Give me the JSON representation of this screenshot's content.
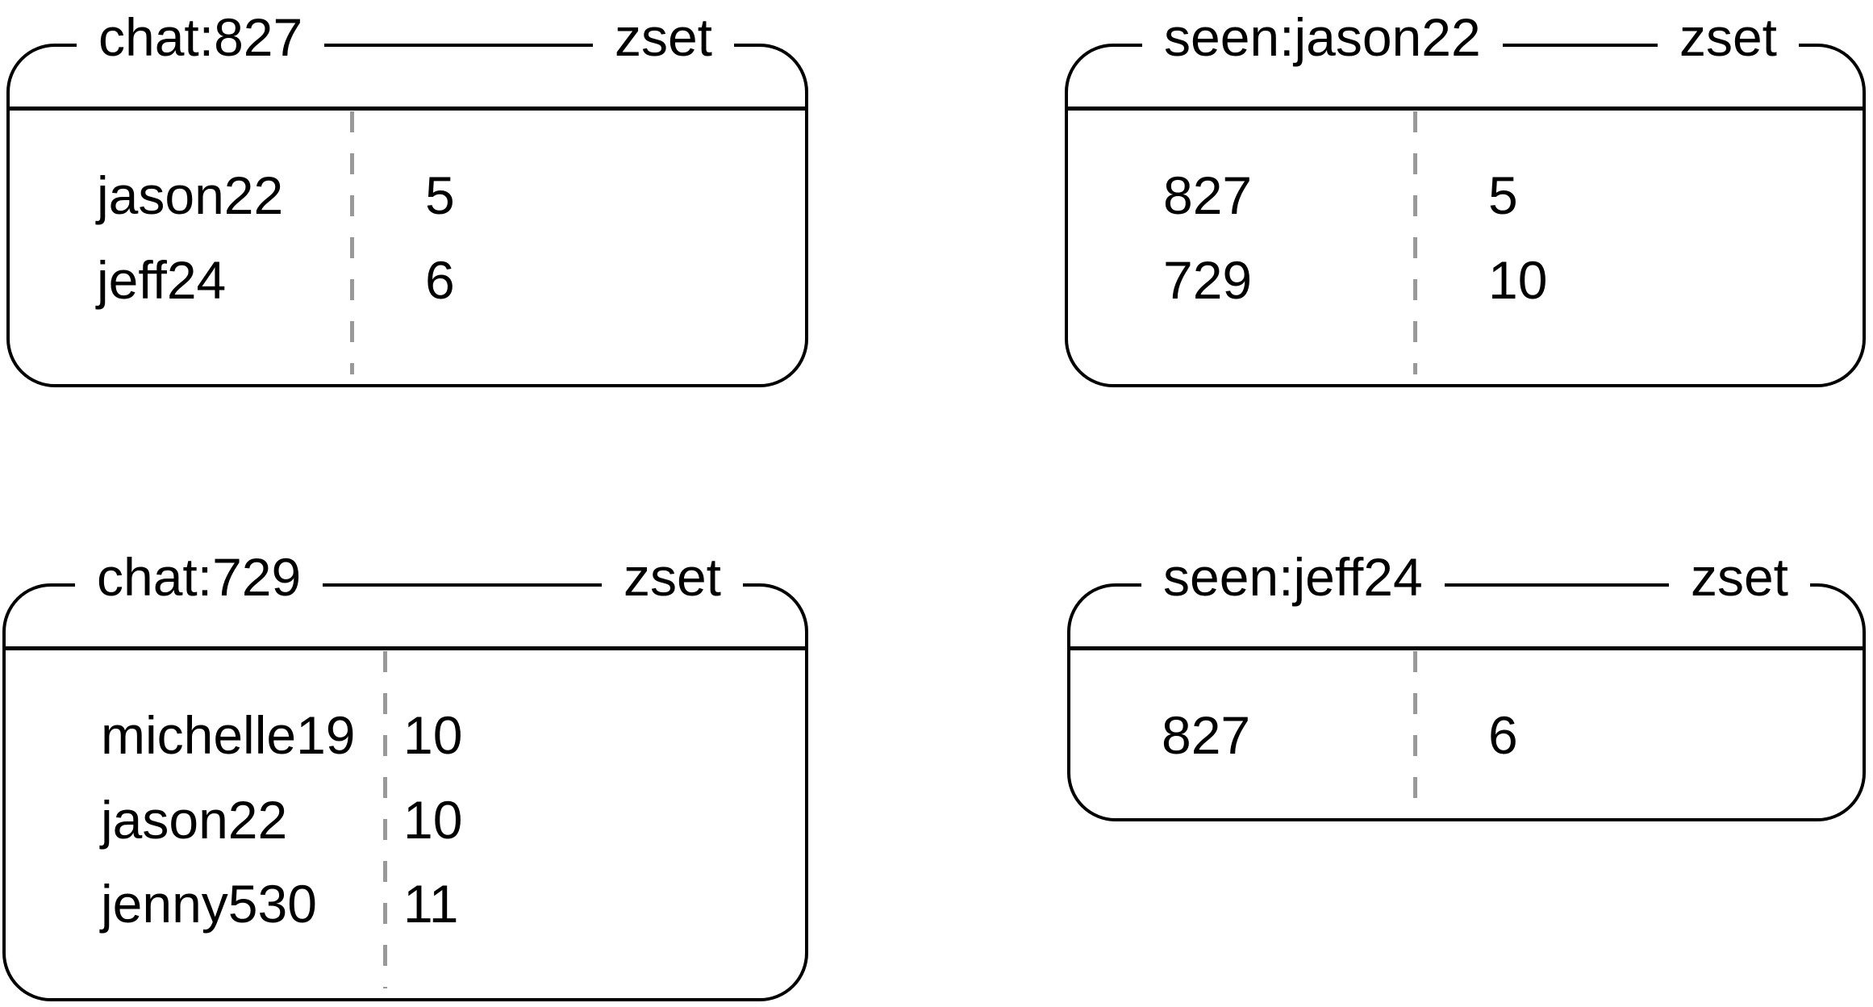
{
  "colors": {
    "line": "#000000",
    "text": "#000000",
    "divider_dash": "#999999",
    "background": "#ffffff"
  },
  "boxes": [
    {
      "key": "chat:827",
      "type": "zset",
      "rows": [
        {
          "member": "jason22",
          "score": "5"
        },
        {
          "member": "jeff24",
          "score": "6"
        }
      ]
    },
    {
      "key": "seen:jason22",
      "type": "zset",
      "rows": [
        {
          "member": "827",
          "score": "5"
        },
        {
          "member": "729",
          "score": "10"
        }
      ]
    },
    {
      "key": "chat:729",
      "type": "zset",
      "rows": [
        {
          "member": "michelle19",
          "score": "10"
        },
        {
          "member": "jason22",
          "score": "10"
        },
        {
          "member": "jenny530",
          "score": "11"
        }
      ]
    },
    {
      "key": "seen:jeff24",
      "type": "zset",
      "rows": [
        {
          "member": "827",
          "score": "6"
        }
      ]
    }
  ]
}
